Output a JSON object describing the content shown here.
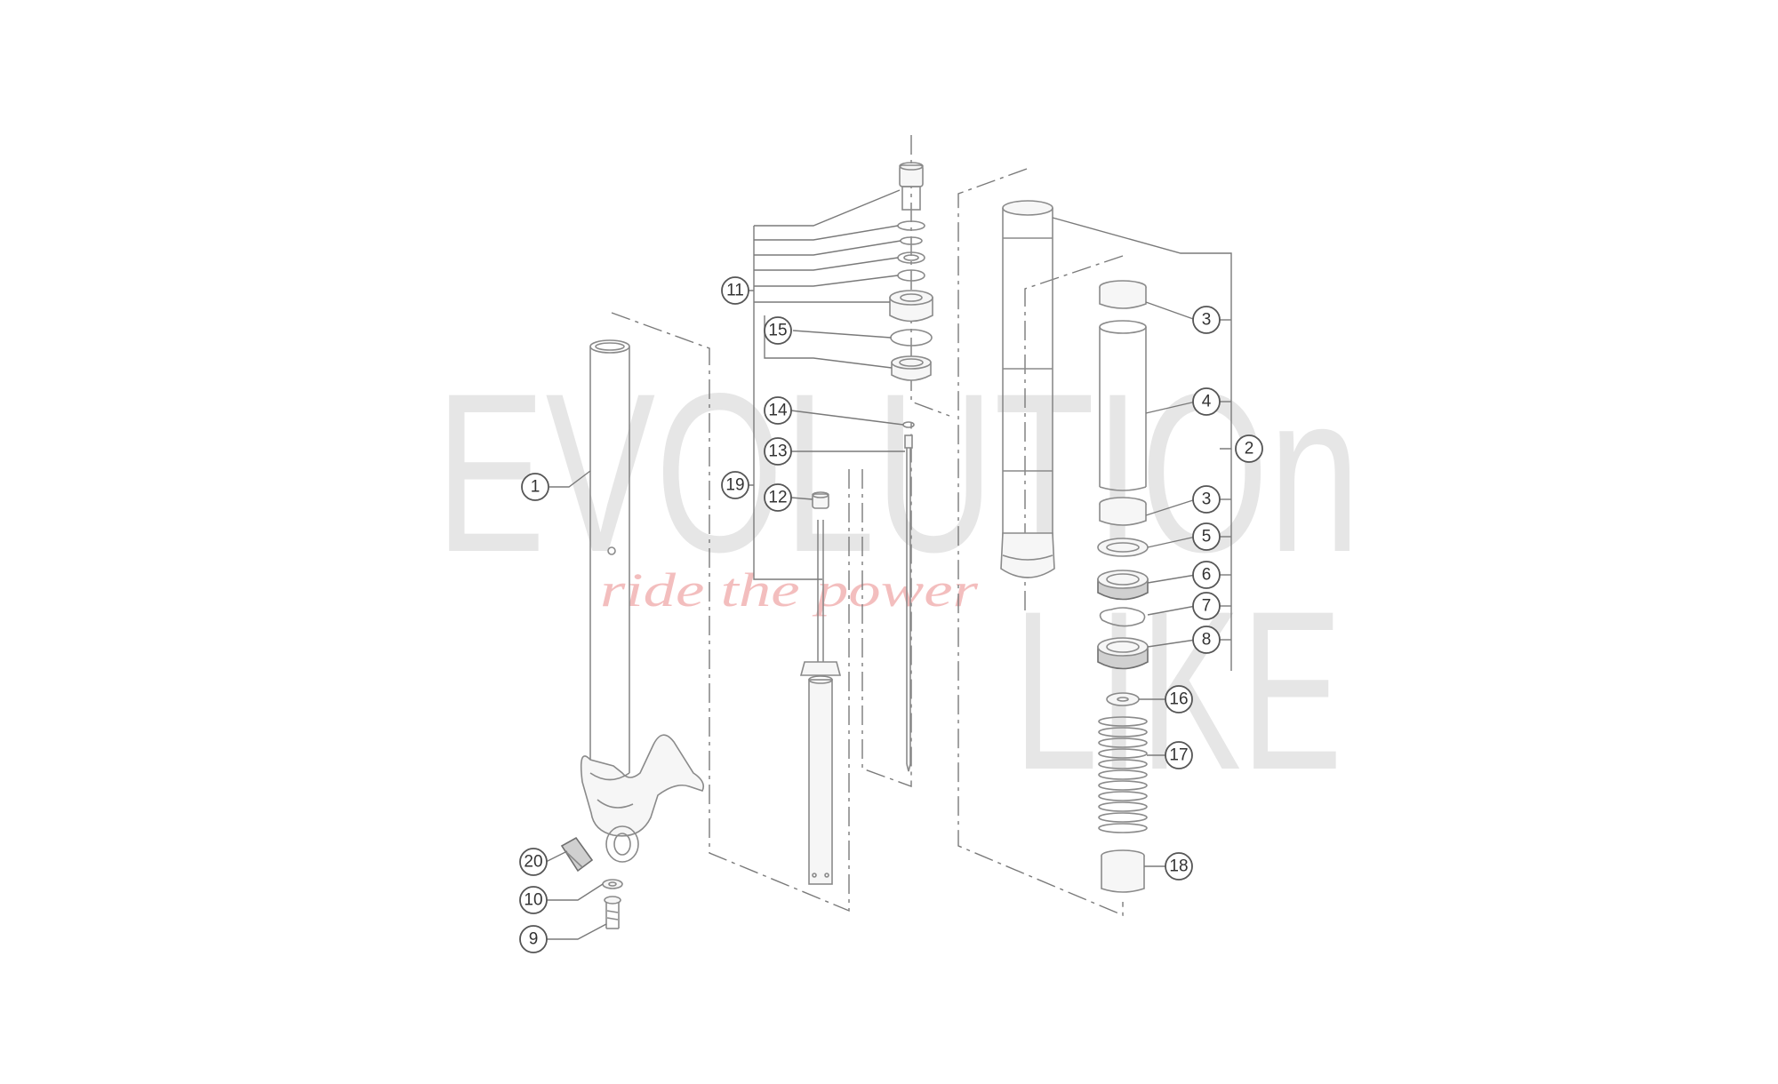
{
  "diagram": {
    "watermark": {
      "line1": "EVOLUTIOn",
      "line2": "LIKE",
      "slogan": "ride the power",
      "letter_color": "#c9c9c9",
      "slogan_color": "#f0a9a9"
    },
    "callouts": [
      "1",
      "2",
      "3",
      "3",
      "4",
      "5",
      "6",
      "7",
      "8",
      "9",
      "10",
      "11",
      "12",
      "13",
      "14",
      "15",
      "16",
      "17",
      "18",
      "19",
      "20"
    ],
    "colors": {
      "line": "#8a8a8a",
      "callout_ring": "#555555",
      "callout_text": "#333333",
      "background": "#ffffff"
    }
  }
}
